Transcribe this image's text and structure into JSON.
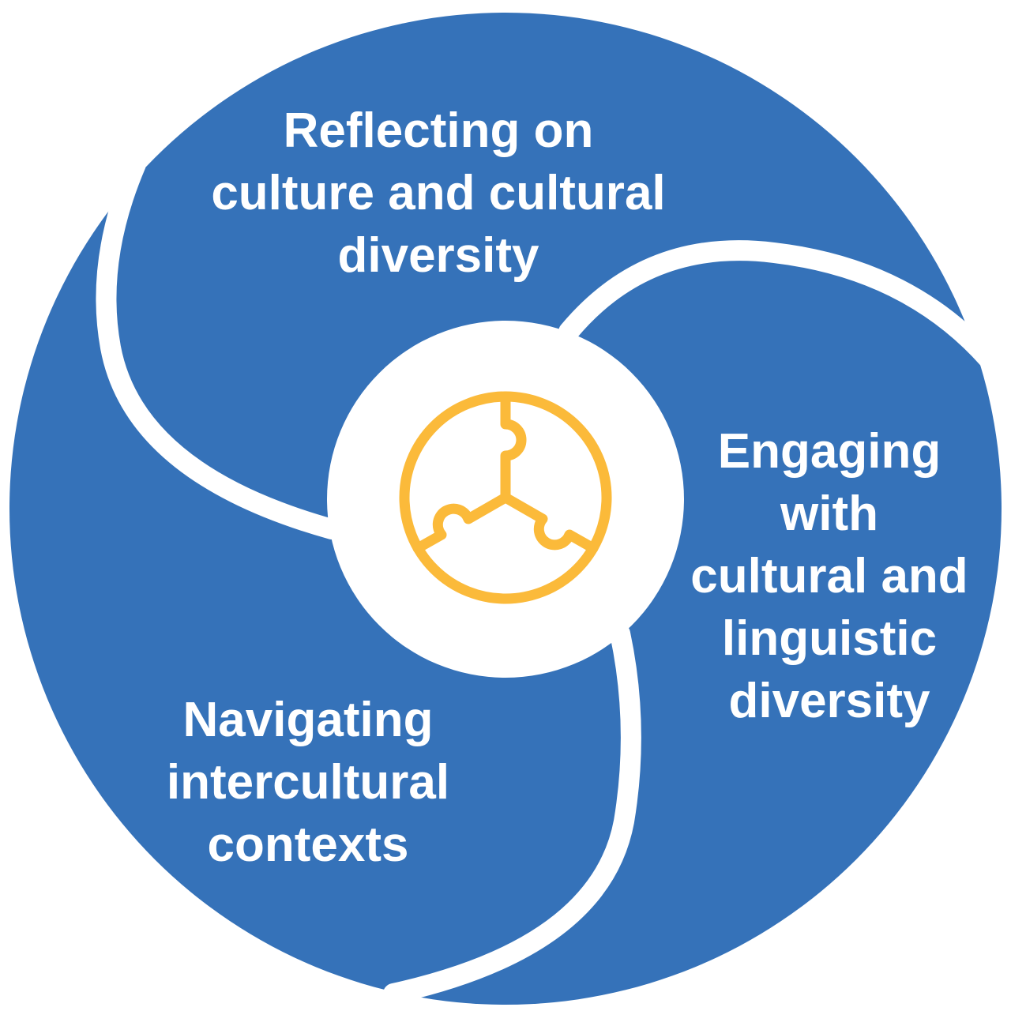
{
  "diagram": {
    "segments": [
      {
        "id": "top",
        "label": "Reflecting on\nculture and cultural\ndiversity"
      },
      {
        "id": "right",
        "label": "Engaging\nwith\ncultural and\nlinguistic\ndiversity"
      },
      {
        "id": "left",
        "label": "Navigating\nintercultural\ncontexts"
      }
    ],
    "center_icon": "three-piece-puzzle-circle-icon"
  },
  "colors": {
    "segment_blue": "#3572B9",
    "separator_white": "#FFFFFF",
    "icon_yellow": "#FBBA3A"
  }
}
